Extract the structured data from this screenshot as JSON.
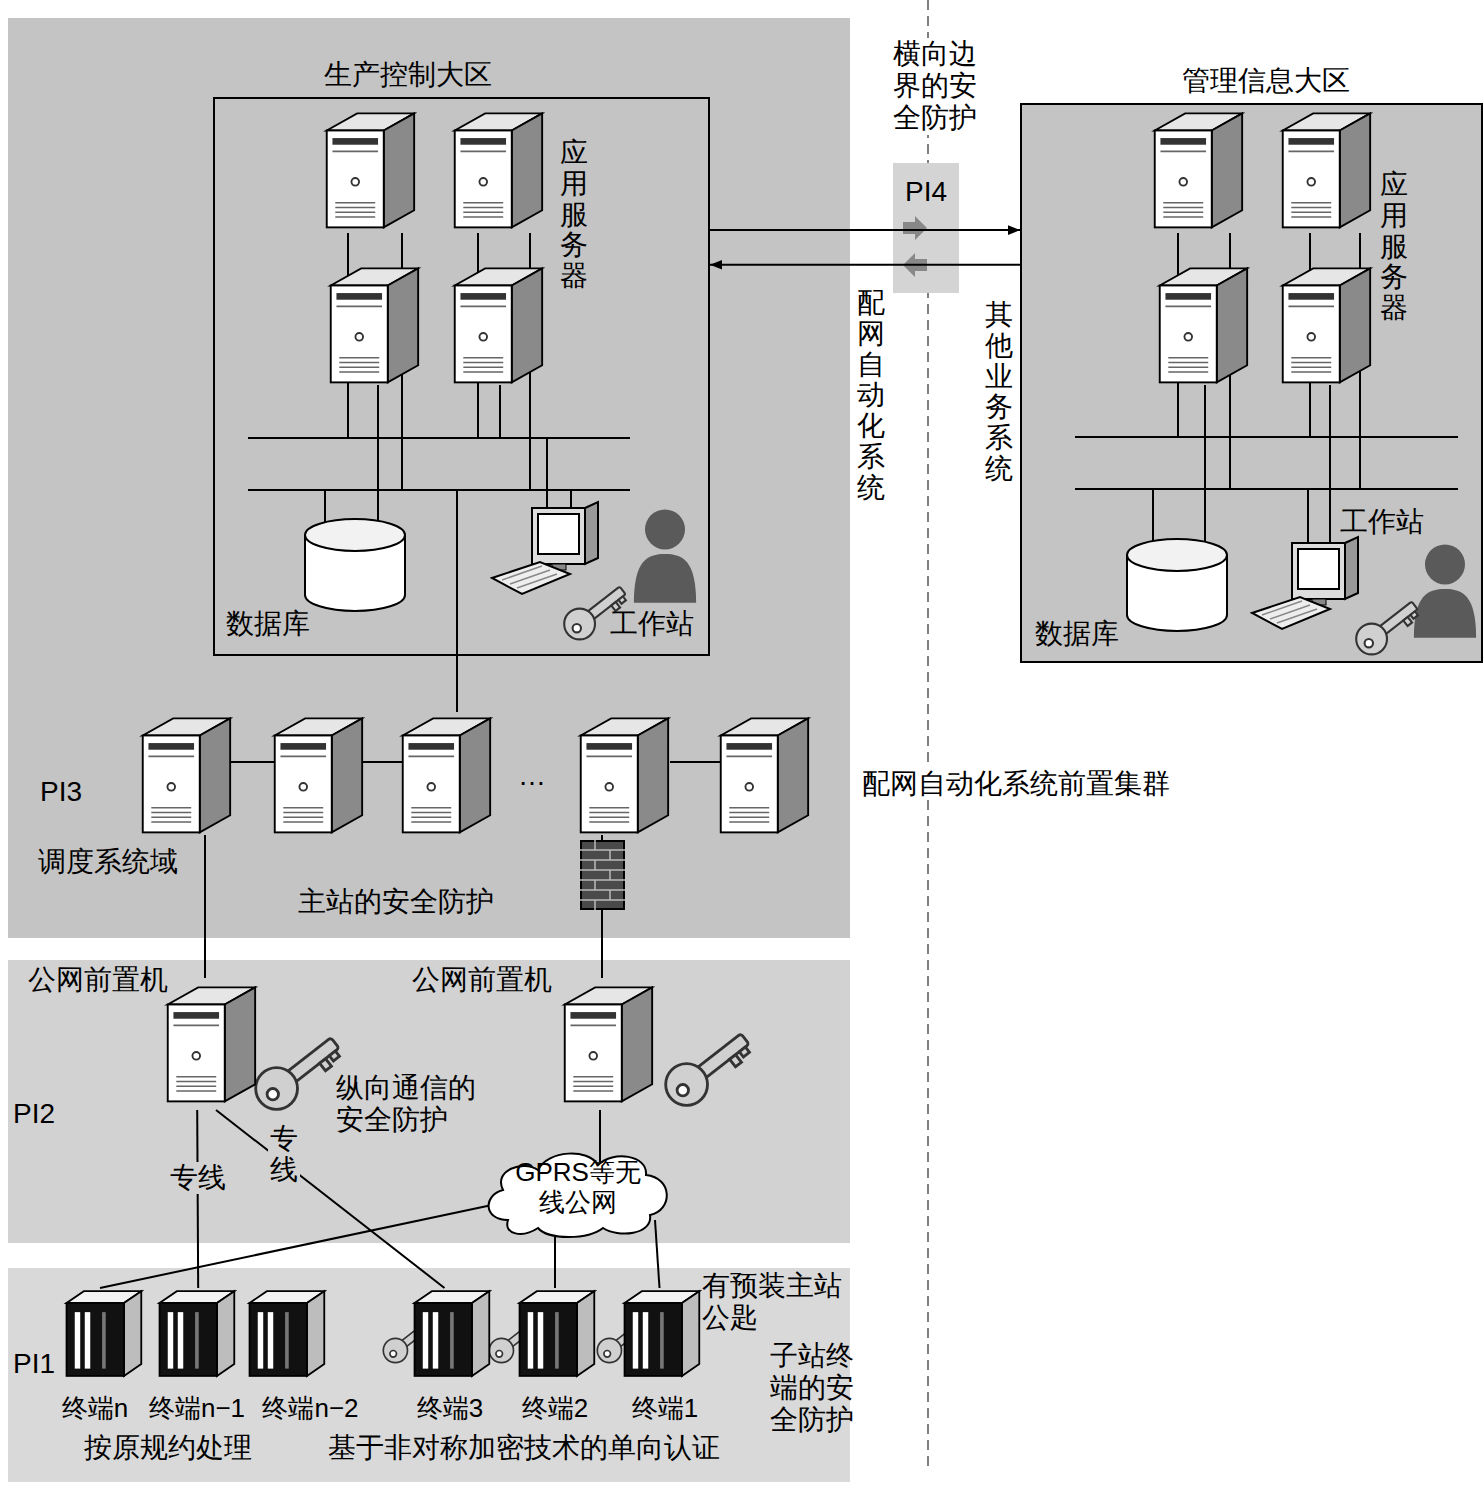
{
  "diagram": {
    "nodes": [
      {
        "text": [
          "主站的安全防护"
        ]
      },
      {
        "text": [
          "生产控制大区"
        ],
        "in": 0
      },
      {
        "text": [
          "管理信息大区"
        ]
      },
      {
        "text": [
          "PI2"
        ]
      },
      {
        "text": [
          "公网前置机"
        ],
        "in": 3
      },
      {
        "text": [
          "公网前置机"
        ],
        "in": 3
      },
      {
        "text": [
          "GPRS等无线公网"
        ],
        "in": 3
      },
      {
        "text": [
          "PI1"
        ]
      },
      {
        "text": [
          "终端n"
        ],
        "in": 7
      },
      {
        "text": [
          "终端n−1"
        ],
        "in": 7
      },
      {
        "text": [
          "终端n−2"
        ],
        "in": 7
      },
      {
        "text": [
          "终端3"
        ],
        "in": 7
      },
      {
        "text": [
          "终端2"
        ],
        "in": 7
      },
      {
        "text": [
          "终端1"
        ],
        "in": 7
      }
    ],
    "edges": [
      {
        "from": 1,
        "to": 2,
        "arrow": "to"
      },
      {
        "from": 2,
        "to": 1,
        "arrow": "to"
      },
      {
        "from": 6,
        "to": 8,
        "arrow": "none"
      },
      {
        "from": 4,
        "to": 9,
        "arrow": "none"
      },
      {
        "from": 4,
        "to": 11,
        "arrow": "none"
      },
      {
        "from": 6,
        "to": 12,
        "arrow": "none"
      },
      {
        "from": 6,
        "to": 13,
        "arrow": "none"
      },
      {
        "from": 5,
        "to": 6,
        "arrow": "none"
      }
    ],
    "labels": [
      "横向边界的安全防护",
      "PI4",
      "应用服务器",
      "配网自动化系统",
      "应用服务器",
      "其他业务系统",
      "数据库",
      "工作站",
      "工作站",
      "数据库",
      "PI3",
      "…",
      "配网自动化系统前置集群",
      "调度系统域",
      "纵向通信的安全防护",
      "专线",
      "专线",
      "有预装主站公匙",
      "子站终端的安全防护",
      "按原规约处理",
      "基于非对称加密技术的单向认证"
    ]
  }
}
